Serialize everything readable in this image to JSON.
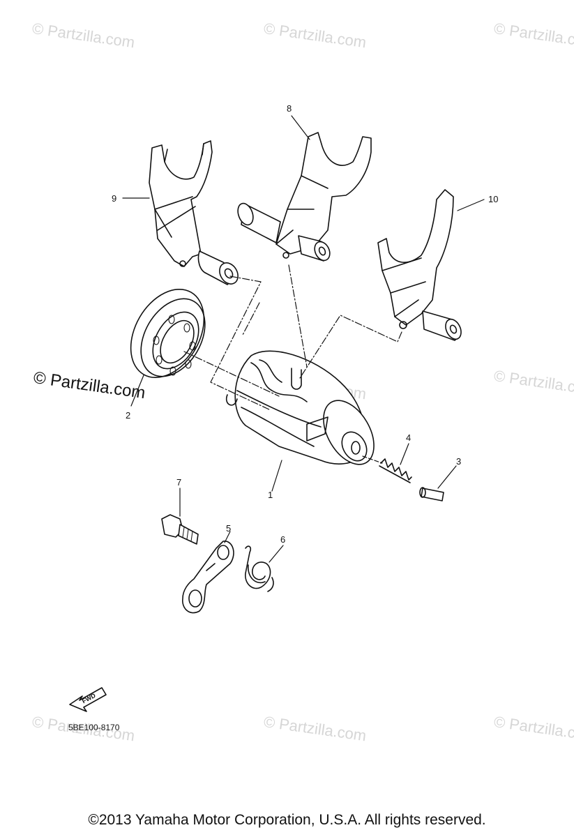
{
  "watermark": "© Partzilla.com",
  "callouts": {
    "c1": "1",
    "c2": "2",
    "c3": "3",
    "c4": "4",
    "c5": "5",
    "c6": "6",
    "c7": "7",
    "c8": "8",
    "c9": "9",
    "c10": "10"
  },
  "fwd_label": "FWD",
  "diagram_code": "5BE100-8170",
  "copyright": "©2013  Yamaha Motor Corporation, U.S.A. All rights reserved."
}
